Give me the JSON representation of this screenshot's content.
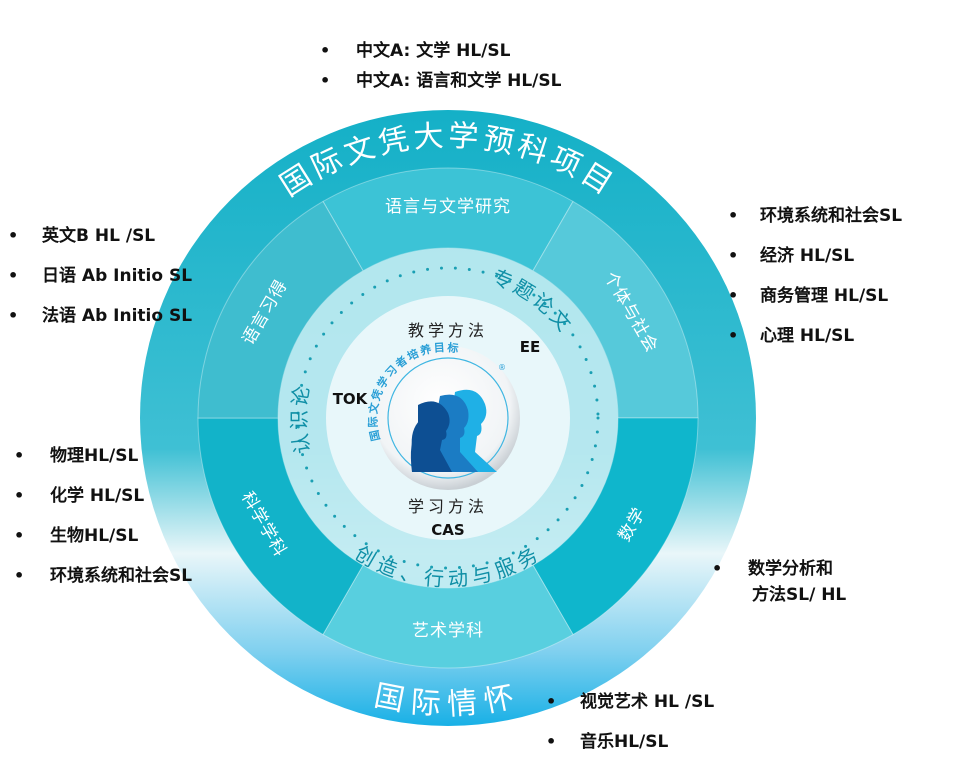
{
  "program": {
    "outer_top": "国际文凭大学预科项目",
    "outer_bottom": "国际情怀",
    "subjects": [
      "语言与文学研究",
      "个体与社会",
      "数学",
      "艺术学科",
      "科学学科",
      "语言习得"
    ],
    "core": {
      "ee": "专题论文",
      "tok": "认识论",
      "cas": "创造、行动与服务",
      "teaching": "教学方法",
      "learning": "学习方法",
      "ee_abbr": "EE",
      "tok_abbr": "TOK",
      "cas_abbr": "CAS"
    },
    "logo_text": "国际文凭学习者培养目标",
    "logo_mark": "®"
  },
  "lists": {
    "lang_lit": [
      "中文A: 文学 HL/SL",
      "中文A: 语言和文学 HL/SL"
    ],
    "lang_acq": [
      "英文B HL /SL",
      "日语 Ab Initio SL",
      "法语 Ab Initio SL"
    ],
    "individuals": [
      "环境系统和社会SL",
      "经济 HL/SL",
      "商务管理  HL/SL",
      "心理 HL/SL"
    ],
    "sciences": [
      "物理HL/SL",
      "化学 HL/SL",
      "生物HL/SL",
      "环境系统和社会SL"
    ],
    "math": [
      "数学分析和",
      "方法SL/ HL"
    ],
    "arts": [
      "视觉艺术 HL /SL",
      "音乐HL/SL"
    ]
  },
  "colors": {
    "teal": "#19b3c9",
    "teal_dark": "#0aa4bd",
    "light": "#a9e3ec",
    "core": "#c6eef3",
    "text_teal": "#0f8fa6"
  }
}
